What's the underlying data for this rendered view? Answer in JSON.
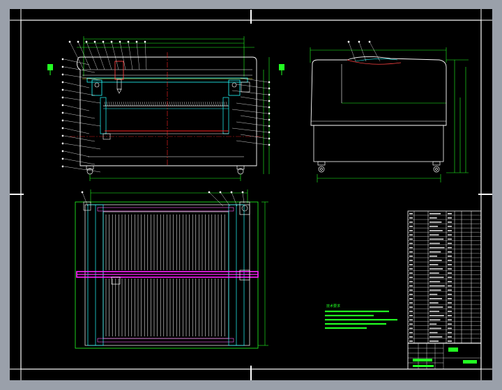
{
  "drawing": {
    "type": "CAD assembly drawing",
    "colors": {
      "frame_outer": "#9aa0aa",
      "paper": "#000000",
      "border": "#ffffff",
      "outline": "#ffffff",
      "dimension": "#22ff22",
      "centerline": "#ff2222",
      "rail": "#ff22ff",
      "hidden": "#ffff44",
      "detail": "#22ffff"
    },
    "views": [
      "front-view",
      "side-view",
      "top-view"
    ],
    "tech_notes": {
      "title": "技术要求",
      "lines": [
        "",
        "",
        "",
        "",
        ""
      ]
    },
    "title_block": {
      "label_left": "",
      "label_right": ""
    }
  }
}
